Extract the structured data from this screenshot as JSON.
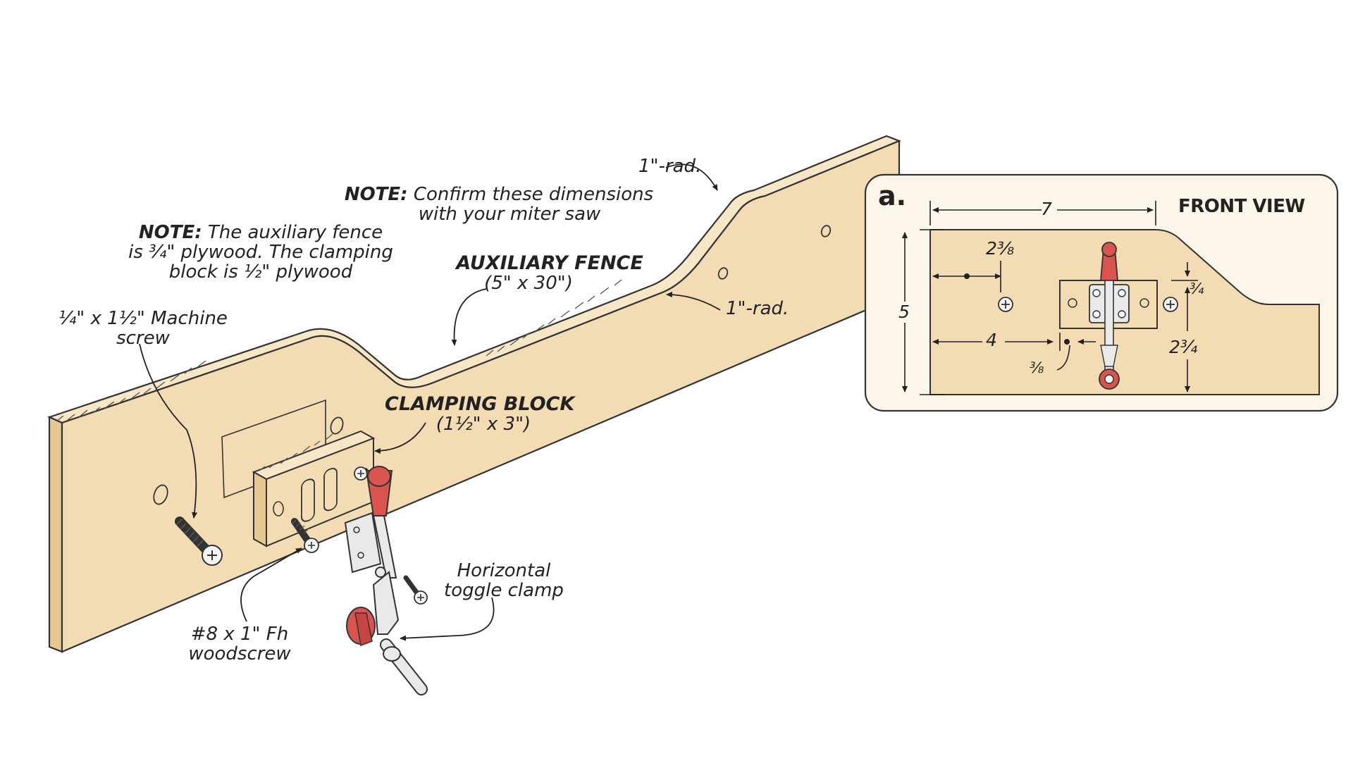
{
  "labels": {
    "one_rad_top": "1\"-rad.",
    "note_miter_bold": "NOTE:",
    "note_miter_line1": " Confirm these dimensions",
    "note_miter_line2": "with your miter saw",
    "note_ply_bold": "NOTE:",
    "note_ply_line1": " The auxiliary fence",
    "note_ply_line2": "is ¾\" plywood. The clamping",
    "note_ply_line3": "block is ½\" plywood",
    "aux_fence_title": "AUXILIARY FENCE",
    "aux_fence_dim": "(5\" x 30\")",
    "one_rad_mid": "1\"-rad.",
    "machine_screw_line1": "¼\" x 1½\"  Machine",
    "machine_screw_line2": "screw",
    "clamping_block_title": "CLAMPING BLOCK",
    "clamping_block_dim": "(1½\" x 3\")",
    "toggle_line1": "Horizontal",
    "toggle_line2": "toggle clamp",
    "woodscrew_line1": "#8 x 1\" Fh",
    "woodscrew_line2": "woodscrew"
  },
  "front_view": {
    "letter": "a.",
    "title": "FRONT VIEW",
    "dims": {
      "width_7": "7",
      "height_5": "5",
      "offset_2_3_8": "2⅜",
      "offset_4": "4",
      "gap_3_8": "⅜",
      "rise_3_4": "¾",
      "height_2_3_4": "2¾"
    }
  },
  "colors": {
    "plywood_face": "#f3dcb4",
    "plywood_top": "#f8e7c6",
    "plywood_edge": "#e7c895",
    "outline": "#333333",
    "handle_red": "#d9534f",
    "steel": "#e9e9e9",
    "panel_bg": "#fbf5ea"
  }
}
